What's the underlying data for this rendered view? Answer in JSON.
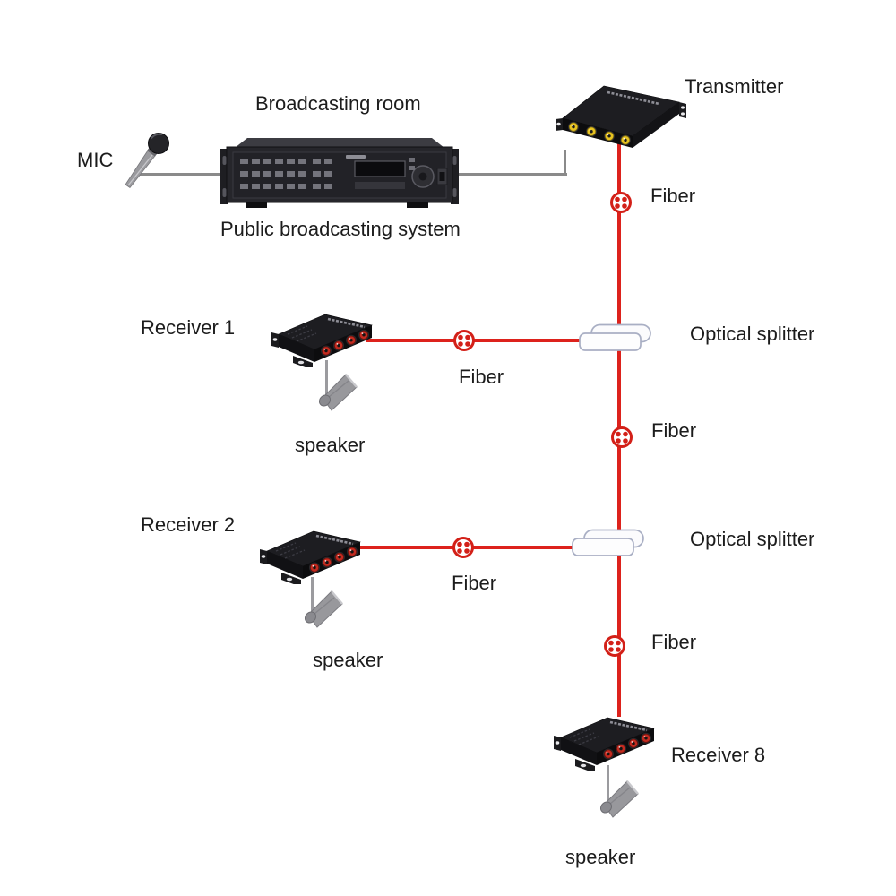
{
  "labels": {
    "broadcasting_room": "Broadcasting room",
    "mic": "MIC",
    "public_broadcasting_system": "Public broadcasting system",
    "transmitter": "Transmitter",
    "fiber_trunk_1": "Fiber",
    "fiber_receiver_1": "Fiber",
    "fiber_trunk_2": "Fiber",
    "fiber_receiver_2": "Fiber",
    "fiber_trunk_3": "Fiber",
    "optical_splitter_1": "Optical splitter",
    "optical_splitter_2": "Optical splitter",
    "receiver_1": "Receiver 1",
    "receiver_2": "Receiver 2",
    "receiver_8": "Receiver 8",
    "speaker_1": "speaker",
    "speaker_2": "speaker",
    "speaker_8": "speaker"
  },
  "colors": {
    "background": "#ffffff",
    "text_color": "#1c1c1c",
    "fiber_red": "#dd221c",
    "connector_red": "#d32018",
    "cable_gray": "#8a8a8a",
    "pole_gray": "#9b9b9f",
    "speaker_gray": "#98989c",
    "splitter_stroke": "#a9afc4",
    "device_black": "#141417",
    "rca_yellow": "#e7c322",
    "rca_red": "#c22b20"
  }
}
